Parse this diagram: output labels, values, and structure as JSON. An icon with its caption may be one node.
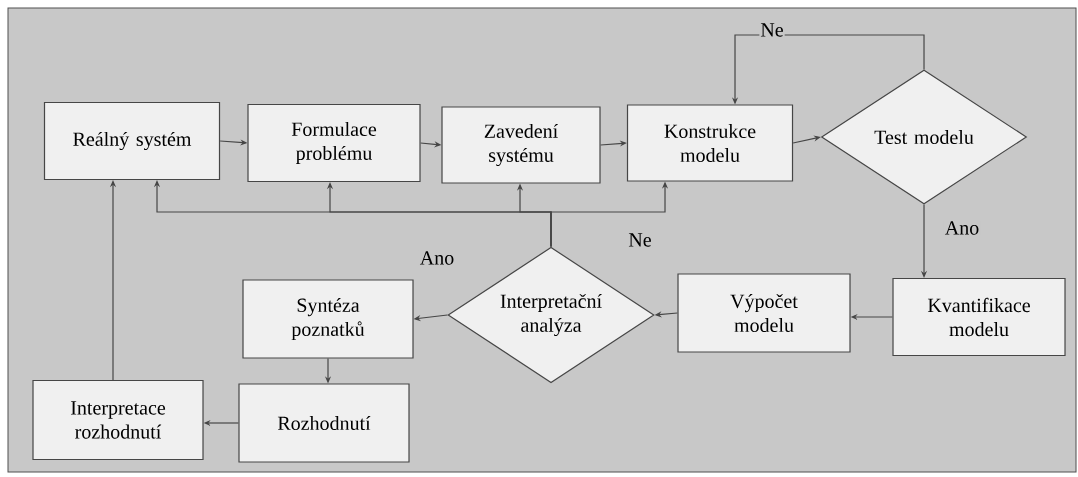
{
  "diagram": {
    "nodes": [
      {
        "text": [
          "Reálný systém"
        ]
      },
      {
        "text": [
          "Formulace problému"
        ]
      },
      {
        "text": [
          "Zavedení systému"
        ]
      },
      {
        "text": [
          "Konstrukce modelu"
        ]
      },
      {
        "text": [
          "Test modelu"
        ]
      },
      {
        "text": [
          "Kvantifikace modelu"
        ]
      },
      {
        "text": [
          "Výpočet modelu"
        ]
      },
      {
        "text": [
          "Interpretační analýza"
        ]
      },
      {
        "text": [
          "Syntéza poznatků"
        ]
      },
      {
        "text": [
          "Rozhodnutí"
        ]
      },
      {
        "text": [
          "Interpretace rozhodnutí"
        ]
      }
    ],
    "edges": [
      {
        "from": 0,
        "to": 1,
        "arrow": "to"
      },
      {
        "from": 1,
        "to": 2,
        "arrow": "to"
      },
      {
        "from": 2,
        "to": 3,
        "arrow": "to"
      },
      {
        "from": 3,
        "to": 4,
        "arrow": "to"
      },
      {
        "from": 4,
        "to": 3,
        "arrow": "to",
        "label": "Ne"
      },
      {
        "from": 4,
        "to": 5,
        "arrow": "to",
        "label": "Ano"
      },
      {
        "from": 5,
        "to": 6,
        "arrow": "to"
      },
      {
        "from": 6,
        "to": 7,
        "arrow": "to"
      },
      {
        "from": 7,
        "to": 8,
        "arrow": "to",
        "label": "Ano"
      },
      {
        "from": 8,
        "to": 9,
        "arrow": "to"
      },
      {
        "from": 9,
        "to": 10,
        "arrow": "to"
      },
      {
        "from": 10,
        "to": 0,
        "arrow": "to"
      },
      {
        "from": 7,
        "to": 0,
        "arrow": "to"
      },
      {
        "from": 7,
        "to": 1,
        "arrow": "to"
      },
      {
        "from": 7,
        "to": 2,
        "arrow": "to"
      },
      {
        "from": 7,
        "to": 3,
        "arrow": "to",
        "label": "Ne"
      }
    ]
  }
}
